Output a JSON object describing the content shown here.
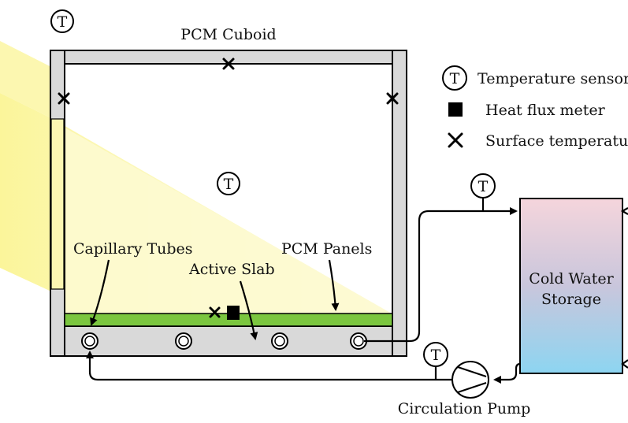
{
  "diagram": {
    "labels": {
      "pcm_cuboid": "PCM Cuboid",
      "capillary_tubes": "Capillary Tubes",
      "active_slab": "Active Slab",
      "pcm_panels": "PCM Panels",
      "cold_water_storage_line1": "Cold Water",
      "cold_water_storage_line2": "Storage",
      "circulation_pump": "Circulation Pump"
    },
    "legend": {
      "temperature_sensor": "Temperature sensor",
      "heat_flux_meter": "Heat flux meter",
      "surface_temperature": "Surface temperature"
    },
    "sensor_symbol": "T",
    "colors": {
      "sunlight": "#fbf6a8",
      "pcm_panel": "#7bc63f",
      "wall": "#d9d9d9",
      "storage_top": "#f3d4dc",
      "storage_bottom": "#8fd3ef"
    }
  }
}
